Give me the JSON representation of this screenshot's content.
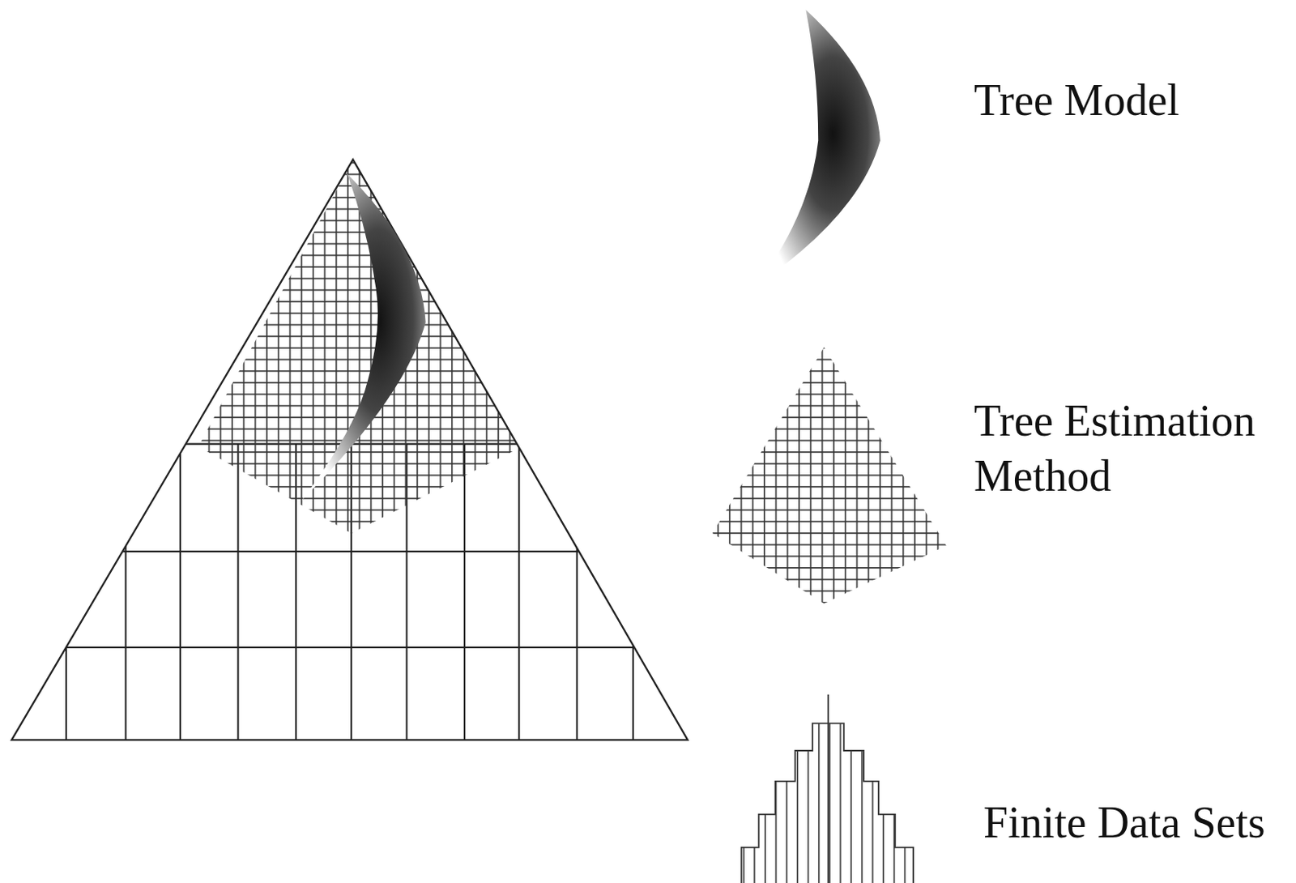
{
  "diagram": {
    "legend": [
      {
        "text": "Tree Model"
      },
      {
        "text": "Tree Estimation Method"
      },
      {
        "text": "Finite Data Sets"
      }
    ]
  }
}
